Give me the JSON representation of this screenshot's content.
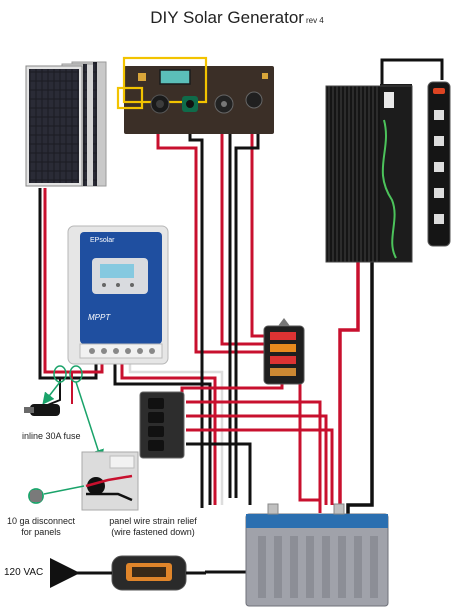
{
  "title": "DIY Solar Generator",
  "revision": "rev 4",
  "labels": {
    "fuse": "inline 30A fuse",
    "disconnect_line1": "10 ga disconnect",
    "disconnect_line2": "for panels",
    "strain_line1": "panel wire strain relief",
    "strain_line2": "(wire fastened down)",
    "ac_out": "120 VAC"
  },
  "controller": {
    "brand": "EPsolar",
    "model": "MPPT"
  },
  "colors": {
    "wire_red": "#c8102e",
    "wire_black": "#111111",
    "wire_white": "#dddddd",
    "highlight_yellow": "#f2c300",
    "arrow_green": "#1aa36a",
    "controller_blue": "#1f4fa0"
  }
}
